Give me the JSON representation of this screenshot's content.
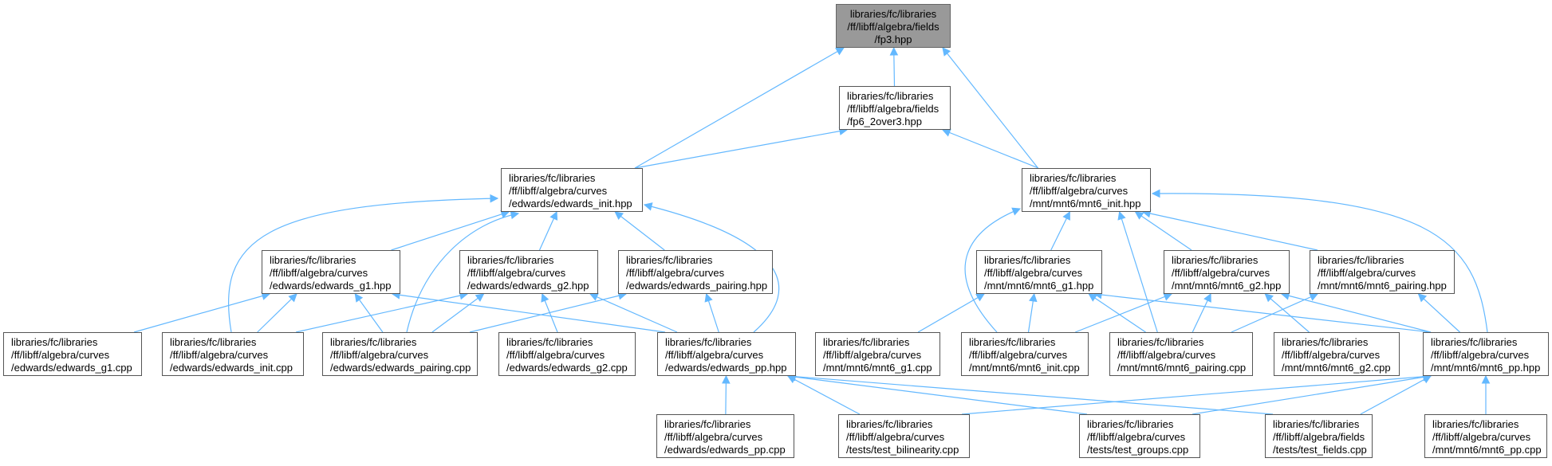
{
  "nodes": [
    {
      "id": "fp3",
      "root": true,
      "lines": [
        "libraries/fc/libraries",
        "/ff/libff/algebra/fields",
        "/fp3.hpp"
      ]
    },
    {
      "id": "fp6_2over3",
      "lines": [
        "libraries/fc/libraries",
        "/ff/libff/algebra/fields",
        "/fp6_2over3.hpp"
      ]
    },
    {
      "id": "edwards_init_hpp",
      "lines": [
        "libraries/fc/libraries",
        "/ff/libff/algebra/curves",
        "/edwards/edwards_init.hpp"
      ]
    },
    {
      "id": "mnt6_init_hpp",
      "lines": [
        "libraries/fc/libraries",
        "/ff/libff/algebra/curves",
        "/mnt/mnt6/mnt6_init.hpp"
      ]
    },
    {
      "id": "edwards_g1_hpp",
      "lines": [
        "libraries/fc/libraries",
        "/ff/libff/algebra/curves",
        "/edwards/edwards_g1.hpp"
      ]
    },
    {
      "id": "edwards_g2_hpp",
      "lines": [
        "libraries/fc/libraries",
        "/ff/libff/algebra/curves",
        "/edwards/edwards_g2.hpp"
      ]
    },
    {
      "id": "edwards_pairing_hpp",
      "lines": [
        "libraries/fc/libraries",
        "/ff/libff/algebra/curves",
        "/edwards/edwards_pairing.hpp"
      ]
    },
    {
      "id": "mnt6_g1_hpp",
      "lines": [
        "libraries/fc/libraries",
        "/ff/libff/algebra/curves",
        "/mnt/mnt6/mnt6_g1.hpp"
      ]
    },
    {
      "id": "mnt6_g2_hpp",
      "lines": [
        "libraries/fc/libraries",
        "/ff/libff/algebra/curves",
        "/mnt/mnt6/mnt6_g2.hpp"
      ]
    },
    {
      "id": "mnt6_pairing_hpp",
      "lines": [
        "libraries/fc/libraries",
        "/ff/libff/algebra/curves",
        "/mnt/mnt6/mnt6_pairing.hpp"
      ]
    },
    {
      "id": "edwards_g1_cpp",
      "lines": [
        "libraries/fc/libraries",
        "/ff/libff/algebra/curves",
        "/edwards/edwards_g1.cpp"
      ]
    },
    {
      "id": "edwards_init_cpp",
      "lines": [
        "libraries/fc/libraries",
        "/ff/libff/algebra/curves",
        "/edwards/edwards_init.cpp"
      ]
    },
    {
      "id": "edwards_pairing_cpp",
      "lines": [
        "libraries/fc/libraries",
        "/ff/libff/algebra/curves",
        "/edwards/edwards_pairing.cpp"
      ]
    },
    {
      "id": "edwards_g2_cpp",
      "lines": [
        "libraries/fc/libraries",
        "/ff/libff/algebra/curves",
        "/edwards/edwards_g2.cpp"
      ]
    },
    {
      "id": "edwards_pp_hpp",
      "lines": [
        "libraries/fc/libraries",
        "/ff/libff/algebra/curves",
        "/edwards/edwards_pp.hpp"
      ]
    },
    {
      "id": "mnt6_g1_cpp",
      "lines": [
        "libraries/fc/libraries",
        "/ff/libff/algebra/curves",
        "/mnt/mnt6/mnt6_g1.cpp"
      ]
    },
    {
      "id": "mnt6_init_cpp",
      "lines": [
        "libraries/fc/libraries",
        "/ff/libff/algebra/curves",
        "/mnt/mnt6/mnt6_init.cpp"
      ]
    },
    {
      "id": "mnt6_pairing_cpp",
      "lines": [
        "libraries/fc/libraries",
        "/ff/libff/algebra/curves",
        "/mnt/mnt6/mnt6_pairing.cpp"
      ]
    },
    {
      "id": "mnt6_g2_cpp",
      "lines": [
        "libraries/fc/libraries",
        "/ff/libff/algebra/curves",
        "/mnt/mnt6/mnt6_g2.cpp"
      ]
    },
    {
      "id": "mnt6_pp_hpp",
      "lines": [
        "libraries/fc/libraries",
        "/ff/libff/algebra/curves",
        "/mnt/mnt6/mnt6_pp.hpp"
      ]
    },
    {
      "id": "edwards_pp_cpp",
      "lines": [
        "libraries/fc/libraries",
        "/ff/libff/algebra/curves",
        "/edwards/edwards_pp.cpp"
      ]
    },
    {
      "id": "test_bilinearity",
      "lines": [
        "libraries/fc/libraries",
        "/ff/libff/algebra/curves",
        "/tests/test_bilinearity.cpp"
      ]
    },
    {
      "id": "test_groups",
      "lines": [
        "libraries/fc/libraries",
        "/ff/libff/algebra/curves",
        "/tests/test_groups.cpp"
      ]
    },
    {
      "id": "test_fields",
      "lines": [
        "libraries/fc/libraries",
        "/ff/libff/algebra/fields",
        "/tests/test_fields.cpp"
      ]
    },
    {
      "id": "mnt6_pp_cpp",
      "lines": [
        "libraries/fc/libraries",
        "/ff/libff/algebra/curves",
        "/mnt/mnt6/mnt6_pp.cpp"
      ]
    }
  ],
  "edges": [
    [
      "fp6_2over3",
      "fp3"
    ],
    [
      "edwards_init_hpp",
      "fp3"
    ],
    [
      "mnt6_init_hpp",
      "fp3"
    ],
    [
      "edwards_init_hpp",
      "fp6_2over3"
    ],
    [
      "mnt6_init_hpp",
      "fp6_2over3"
    ],
    [
      "edwards_g1_hpp",
      "edwards_init_hpp"
    ],
    [
      "edwards_g2_hpp",
      "edwards_init_hpp"
    ],
    [
      "edwards_pairing_hpp",
      "edwards_init_hpp"
    ],
    [
      "edwards_init_cpp",
      "edwards_init_hpp"
    ],
    [
      "edwards_pairing_cpp",
      "edwards_init_hpp"
    ],
    [
      "edwards_pp_hpp",
      "edwards_init_hpp"
    ],
    [
      "edwards_g1_cpp",
      "edwards_g1_hpp"
    ],
    [
      "edwards_init_cpp",
      "edwards_g1_hpp"
    ],
    [
      "edwards_pairing_cpp",
      "edwards_g1_hpp"
    ],
    [
      "edwards_pp_hpp",
      "edwards_g1_hpp"
    ],
    [
      "edwards_init_cpp",
      "edwards_g2_hpp"
    ],
    [
      "edwards_pairing_cpp",
      "edwards_g2_hpp"
    ],
    [
      "edwards_g2_cpp",
      "edwards_g2_hpp"
    ],
    [
      "edwards_pp_hpp",
      "edwards_g2_hpp"
    ],
    [
      "edwards_pairing_cpp",
      "edwards_pairing_hpp"
    ],
    [
      "edwards_pp_hpp",
      "edwards_pairing_hpp"
    ],
    [
      "edwards_pp_cpp",
      "edwards_pp_hpp"
    ],
    [
      "test_bilinearity",
      "edwards_pp_hpp"
    ],
    [
      "test_groups",
      "edwards_pp_hpp"
    ],
    [
      "test_fields",
      "edwards_pp_hpp"
    ],
    [
      "mnt6_g1_hpp",
      "mnt6_init_hpp"
    ],
    [
      "mnt6_g2_hpp",
      "mnt6_init_hpp"
    ],
    [
      "mnt6_pairing_hpp",
      "mnt6_init_hpp"
    ],
    [
      "mnt6_init_cpp",
      "mnt6_init_hpp"
    ],
    [
      "mnt6_pairing_cpp",
      "mnt6_init_hpp"
    ],
    [
      "mnt6_pp_hpp",
      "mnt6_init_hpp"
    ],
    [
      "mnt6_g1_cpp",
      "mnt6_g1_hpp"
    ],
    [
      "mnt6_init_cpp",
      "mnt6_g1_hpp"
    ],
    [
      "mnt6_pairing_cpp",
      "mnt6_g1_hpp"
    ],
    [
      "mnt6_pp_hpp",
      "mnt6_g1_hpp"
    ],
    [
      "mnt6_init_cpp",
      "mnt6_g2_hpp"
    ],
    [
      "mnt6_pairing_cpp",
      "mnt6_g2_hpp"
    ],
    [
      "mnt6_g2_cpp",
      "mnt6_g2_hpp"
    ],
    [
      "mnt6_pp_hpp",
      "mnt6_g2_hpp"
    ],
    [
      "mnt6_pairing_cpp",
      "mnt6_pairing_hpp"
    ],
    [
      "mnt6_pp_hpp",
      "mnt6_pairing_hpp"
    ],
    [
      "test_bilinearity",
      "mnt6_pp_hpp"
    ],
    [
      "test_groups",
      "mnt6_pp_hpp"
    ],
    [
      "test_fields",
      "mnt6_pp_hpp"
    ],
    [
      "mnt6_pp_cpp",
      "mnt6_pp_hpp"
    ]
  ],
  "colors": {
    "edge": "#63b8ff",
    "root_fill": "#999999",
    "node_border": "#555555"
  }
}
